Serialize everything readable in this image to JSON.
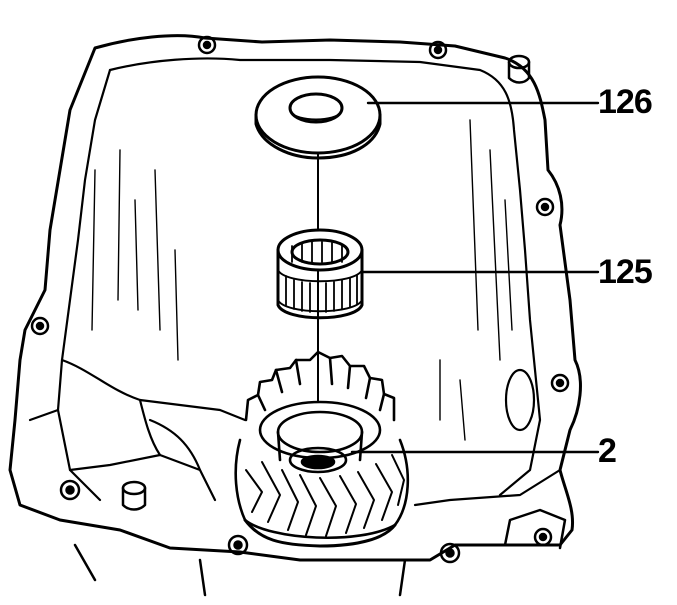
{
  "figure": {
    "ink_color": "#000000",
    "paper_color": "#ffffff",
    "callouts": [
      {
        "id": "c126",
        "label": "126"
      },
      {
        "id": "c125",
        "label": "125"
      },
      {
        "id": "c2",
        "label": "2"
      }
    ]
  }
}
